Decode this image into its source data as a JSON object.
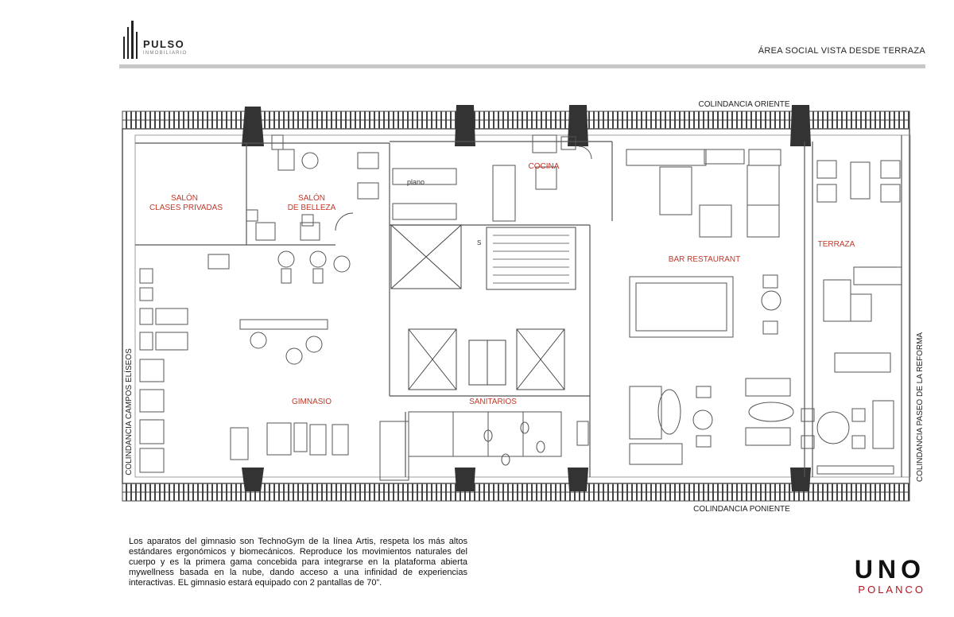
{
  "header": {
    "brand_name": "PULSO",
    "brand_sub": "INMOBILIARIO",
    "page_title": "ÁREA SOCIAL VISTA DESDE TERRAZA"
  },
  "plan": {
    "boundaries": {
      "north": "COLINDANCIA ORIENTE",
      "south": "COLINDANCIA PONIENTE",
      "west": "COLINDANCIA CAMPOS ELÍSEOS",
      "east": "COLINDANCIA PASEO DE LA REFORMA"
    },
    "rooms": {
      "salon_privadas_line1": "SALÓN",
      "salon_privadas_line2": "CLASES PRIVADAS",
      "salon_belleza_line1": "SALÓN",
      "salon_belleza_line2": "DE BELLEZA",
      "cocina": "COCINA",
      "bar_restaurant": "BAR RESTAURANT",
      "terraza": "TERRAZA",
      "gimnasio": "GIMNASIO",
      "sanitarios": "SANITARIOS"
    },
    "annotations": {
      "plano": "plano",
      "stairs_mark": "S"
    },
    "colors": {
      "room_label": "#c0392b",
      "line": "#555555",
      "column": "#333333"
    }
  },
  "description": "Los aparatos del gimnasio son TechnoGym de la línea Artis, respeta los más altos estándares ergonómicos y biomecánicos. Reproduce los movimientos naturales del cuerpo y es la primera gama concebida para integrarse en la plataforma abierta mywellness basada en la nube, dando acceso a una infinidad de experiencias interactivas. EL gimnasio estará equipado con 2 pantallas de 70”.",
  "footer": {
    "logo_main": "UNO",
    "logo_sub": "POLANCO"
  }
}
